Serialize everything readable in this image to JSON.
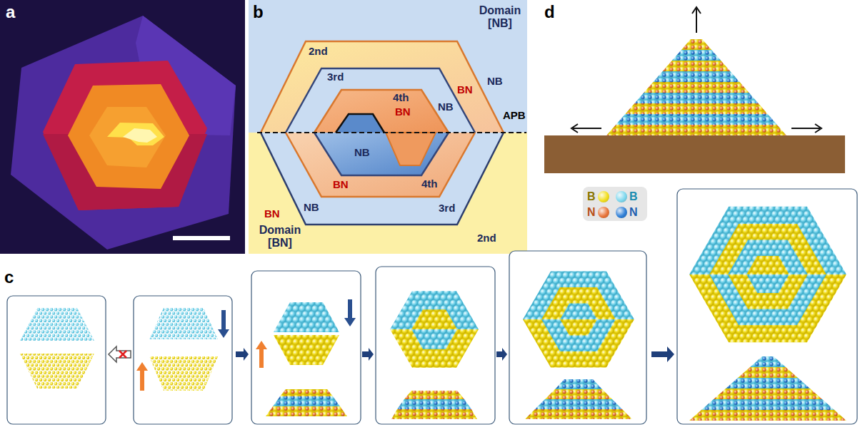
{
  "diagram": {
    "labels": [
      "a",
      "b",
      "d",
      "Domain [NB]",
      "2nd",
      "3rd",
      "4th",
      "BN",
      "NB",
      "BN",
      "NB",
      "APB",
      "NB",
      "BN",
      "NB",
      "BN",
      "4th",
      "3rd",
      "2nd",
      "Domain [BN]",
      "c"
    ],
    "legend": [
      {
        "text": "B",
        "color": "#f2df1e"
      },
      {
        "text": "B",
        "color": "#7fd8ee"
      },
      {
        "text": "N",
        "color": "#e8743a"
      },
      {
        "text": "N",
        "color": "#2f7fd6"
      }
    ]
  }
}
